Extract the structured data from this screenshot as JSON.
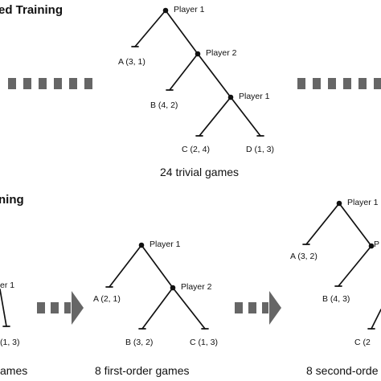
{
  "headings": {
    "top": "ed Training",
    "bottom": "ning"
  },
  "colors": {
    "edge": "#111111",
    "arrow": "#666666"
  },
  "top_tree": {
    "nodes": [
      "Player 1",
      "Player 2",
      "Player 1"
    ],
    "leaves": [
      "A (3, 1)",
      "B (4, 2)",
      "C (2, 4)",
      "D (1, 3)"
    ],
    "caption": "24 trivial games"
  },
  "left_partial": {
    "node": "er 1",
    "leaf": "(1, 3)",
    "caption": "ames"
  },
  "middle_tree": {
    "nodes": [
      "Player 1",
      "Player 2"
    ],
    "leaves": [
      "A (2, 1)",
      "B (3, 2)",
      "C (1, 3)"
    ],
    "caption": "8 first-order games"
  },
  "right_tree": {
    "nodes": [
      "Player 1",
      "P"
    ],
    "leaves": [
      "A (3, 2)",
      "B (4, 3)",
      "C (2"
    ],
    "caption": "8 second-orde"
  }
}
